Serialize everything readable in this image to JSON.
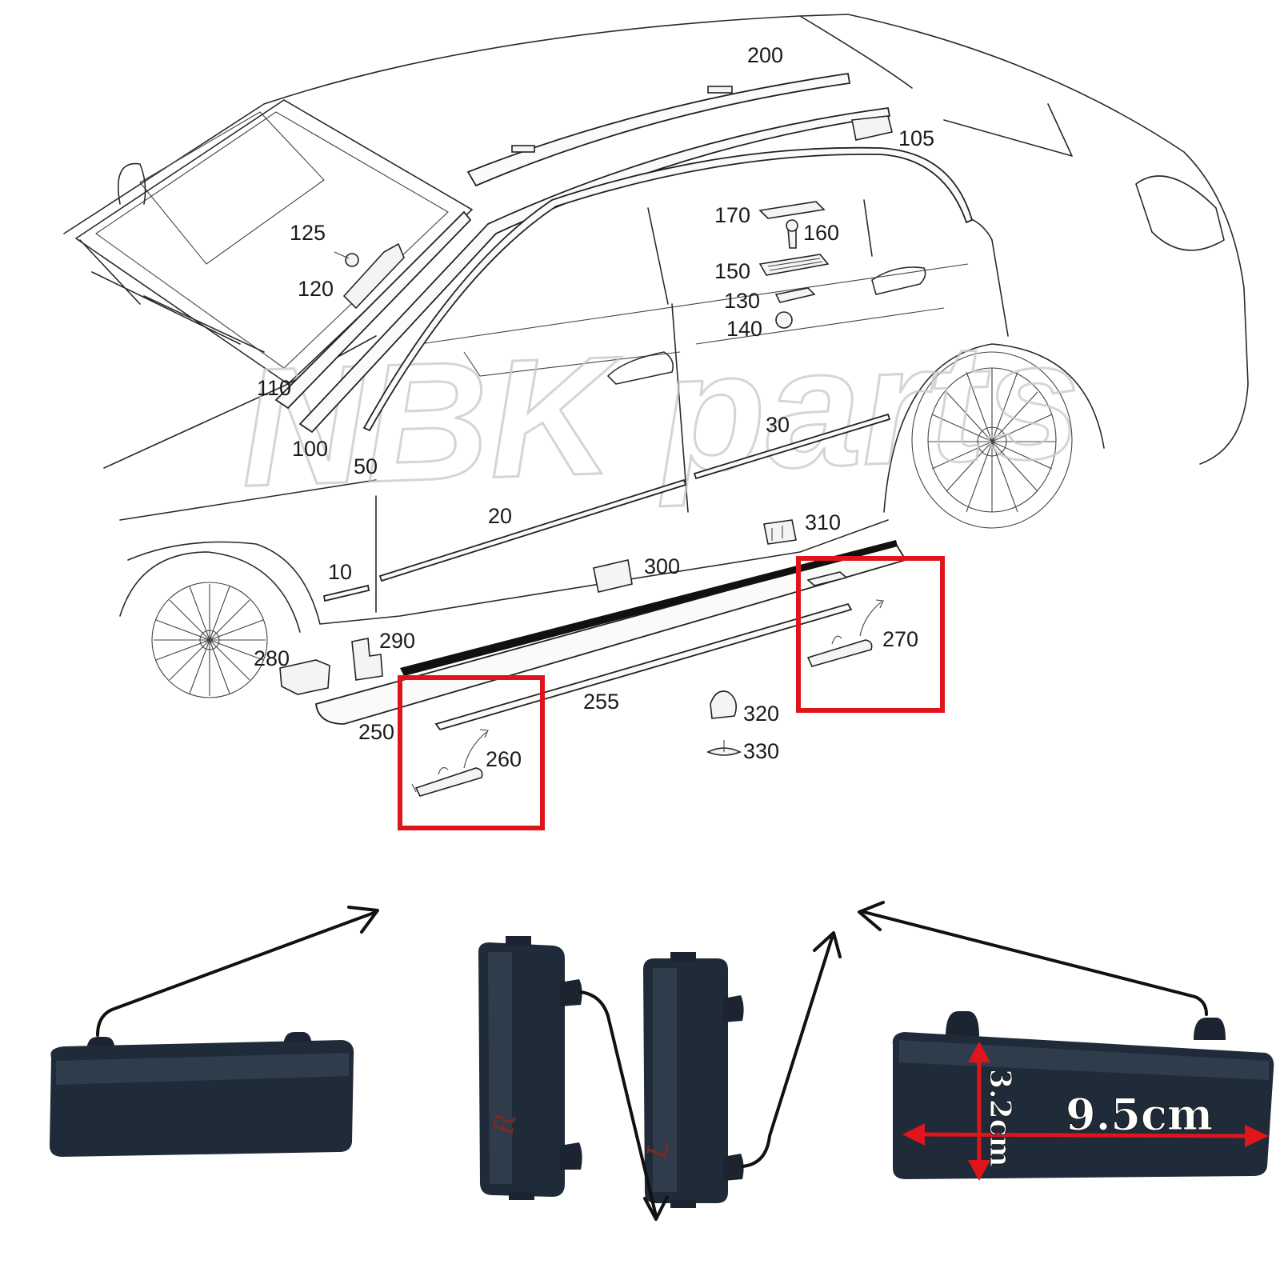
{
  "watermark": "NBK parts",
  "part_labels": [
    {
      "id": "200",
      "text": "200"
    },
    {
      "id": "105",
      "text": "105"
    },
    {
      "id": "170",
      "text": "170"
    },
    {
      "id": "160",
      "text": "160"
    },
    {
      "id": "150",
      "text": "150"
    },
    {
      "id": "130",
      "text": "130"
    },
    {
      "id": "140",
      "text": "140"
    },
    {
      "id": "125",
      "text": "125"
    },
    {
      "id": "120",
      "text": "120"
    },
    {
      "id": "110",
      "text": "110"
    },
    {
      "id": "100",
      "text": "100"
    },
    {
      "id": "50",
      "text": "50"
    },
    {
      "id": "30",
      "text": "30"
    },
    {
      "id": "20",
      "text": "20"
    },
    {
      "id": "10",
      "text": "10"
    },
    {
      "id": "310",
      "text": "310"
    },
    {
      "id": "300",
      "text": "300"
    },
    {
      "id": "290",
      "text": "290"
    },
    {
      "id": "280",
      "text": "280"
    },
    {
      "id": "255",
      "text": "255"
    },
    {
      "id": "250",
      "text": "250"
    },
    {
      "id": "260",
      "text": "260"
    },
    {
      "id": "270",
      "text": "270"
    },
    {
      "id": "320",
      "text": "320"
    },
    {
      "id": "330",
      "text": "330"
    }
  ],
  "highlighted_parts": [
    "260",
    "270"
  ],
  "dimensions": {
    "height": "3.2cm",
    "width": "9.5cm"
  },
  "handwriting": {
    "left_cap": "R",
    "right_cap": "L"
  },
  "colors": {
    "highlight": "#e0151b",
    "part_plastic": "#1f2b38",
    "dimension_arrow": "#e0151b"
  }
}
